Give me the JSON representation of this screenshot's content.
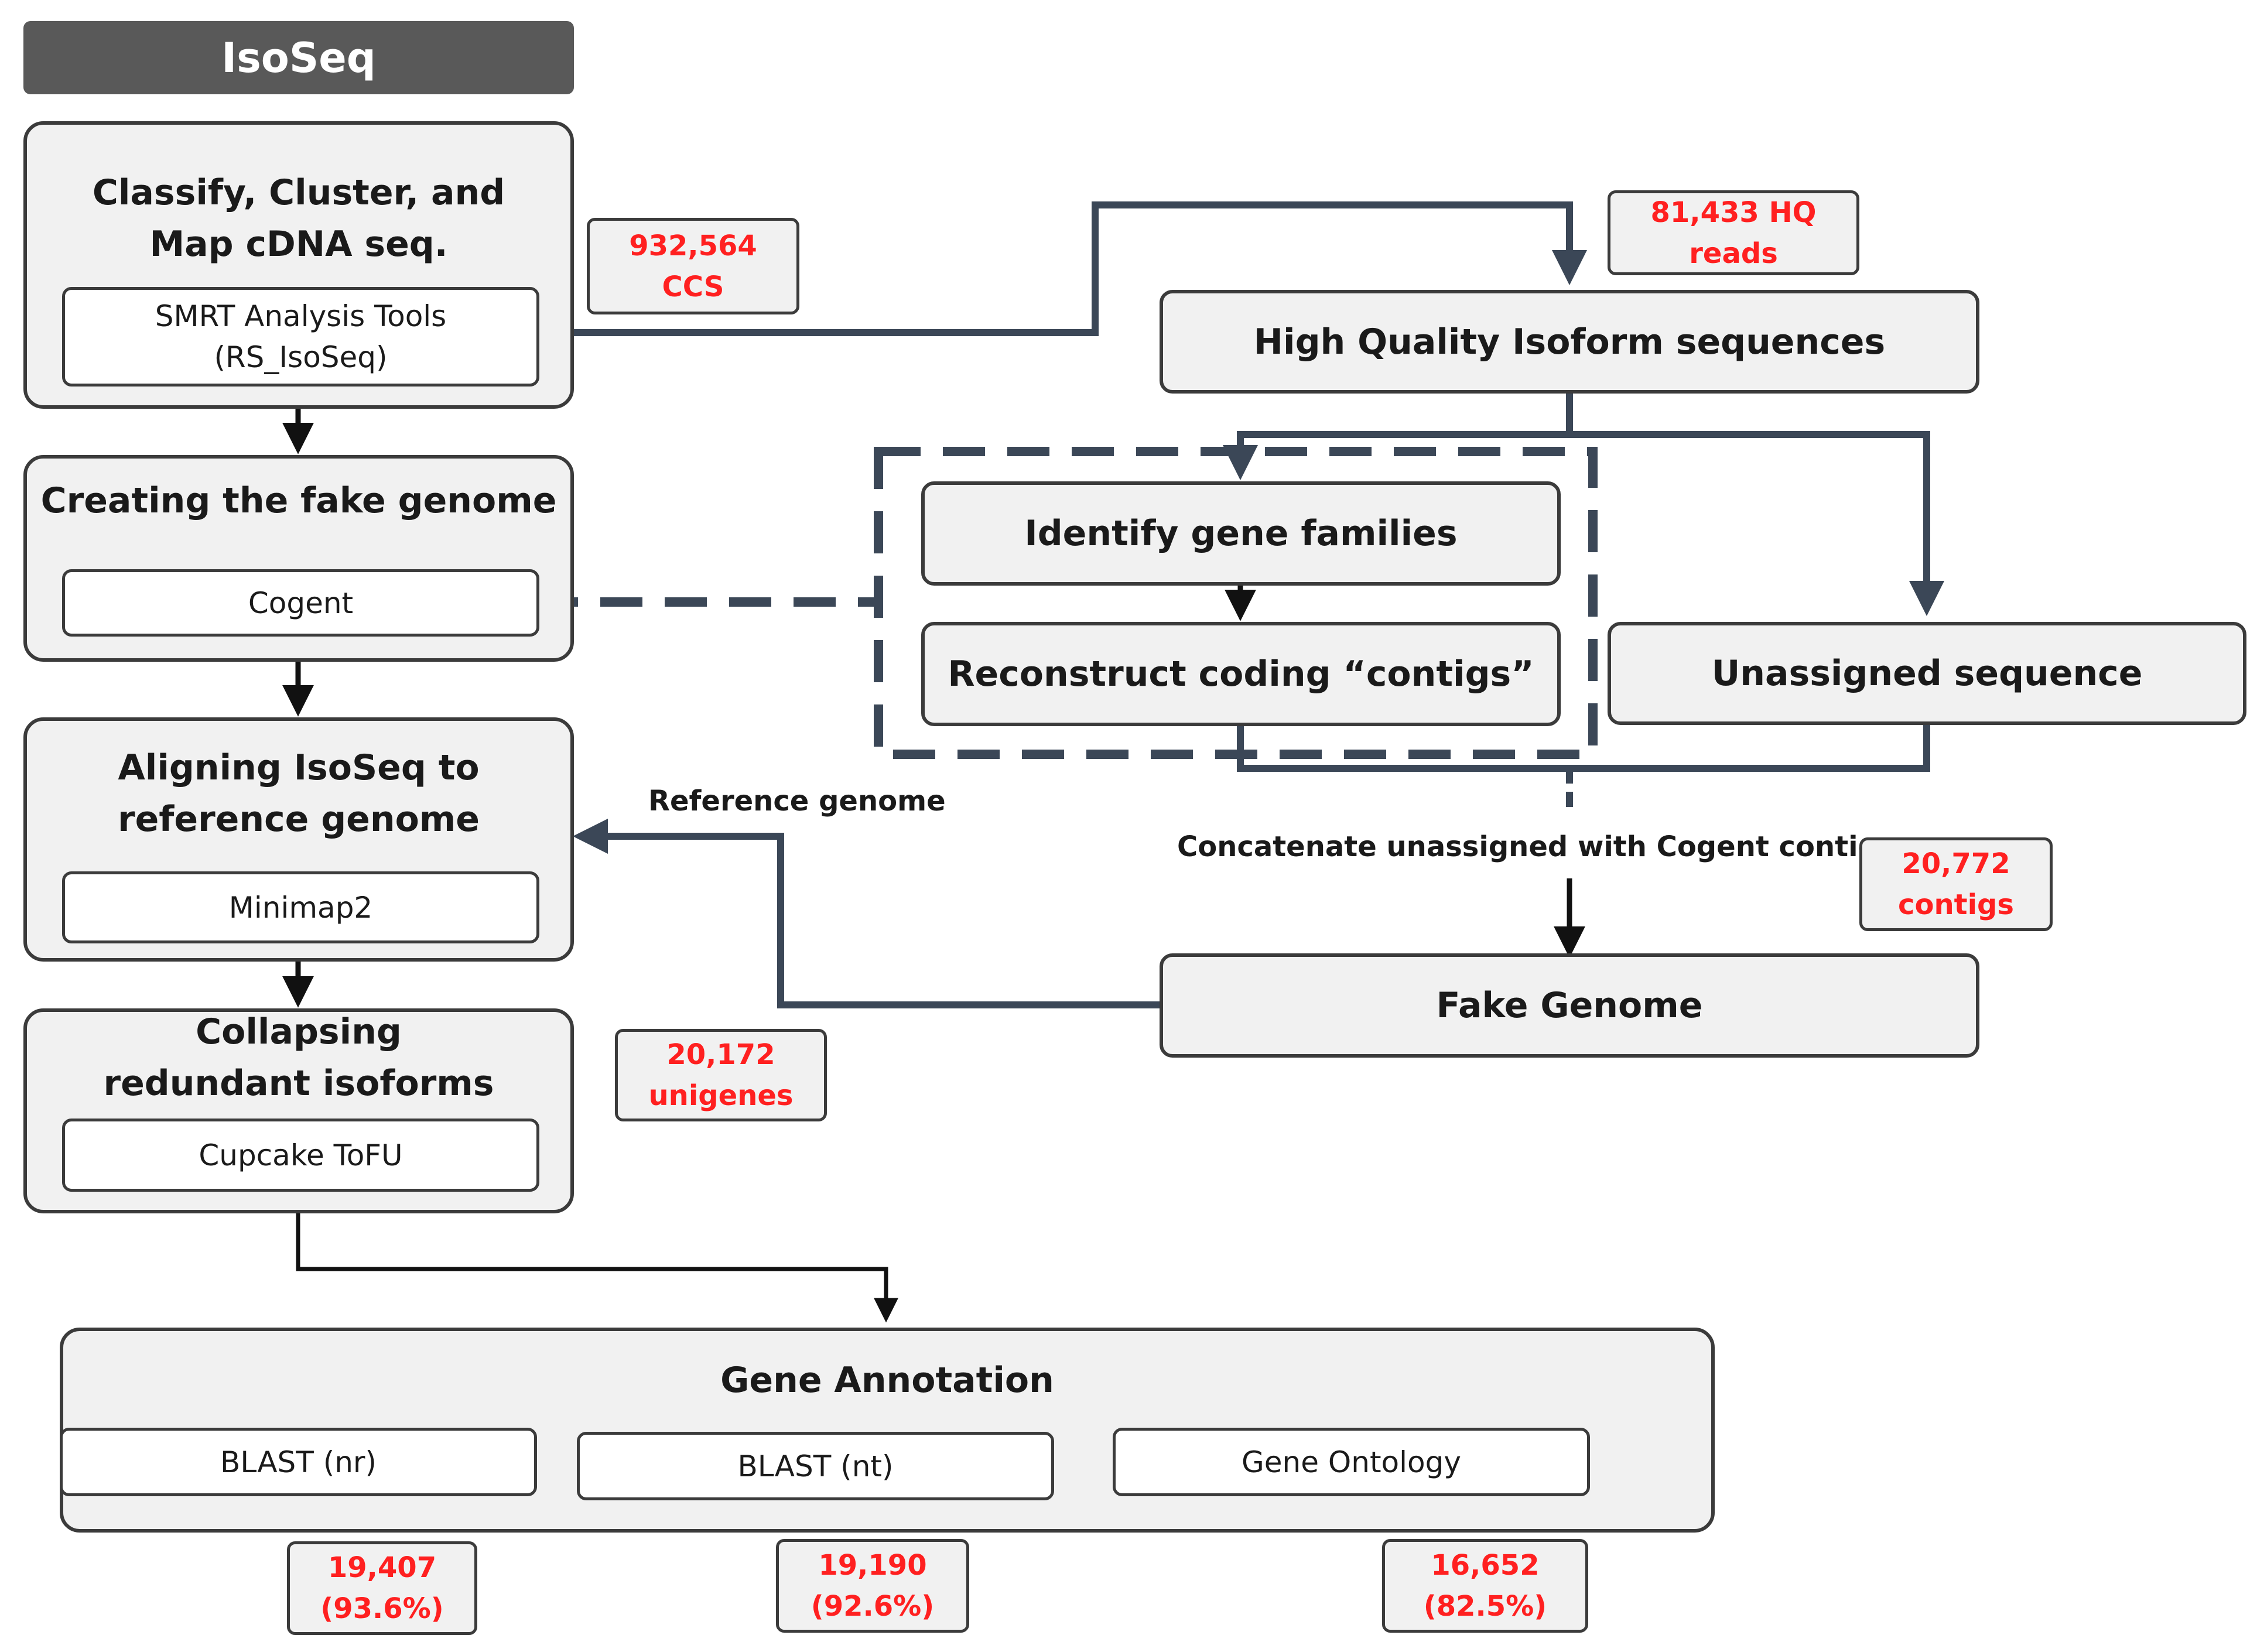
{
  "header": {
    "title": "IsoSeq"
  },
  "pipeline": {
    "classify": {
      "title": "Classify, Cluster, and Map cDNA seq.",
      "tool": "SMRT Analysis Tools\n(RS_IsoSeq)"
    },
    "fake_genome": {
      "title": "Creating the fake genome",
      "tool": "Cogent"
    },
    "align": {
      "title": "Aligning IsoSeq to reference genome",
      "tool": "Minimap2"
    },
    "collapse": {
      "title": "Collapsing redundant isoforms",
      "tool": "Cupcake ToFU"
    }
  },
  "right_flow": {
    "hq_isoform": "High Quality Isoform sequences",
    "identify": "Identify gene families",
    "reconstruct": "Reconstruct coding “contigs”",
    "unassigned": "Unassigned sequence",
    "fake_genome": "Fake Genome",
    "reference_label": "Reference genome",
    "concat_label": "Concatenate unassigned with Cogent contigs"
  },
  "annotation": {
    "title": "Gene Annotation",
    "tools": [
      "BLAST (nr)",
      "BLAST (nt)",
      "Gene Ontology"
    ]
  },
  "counts": {
    "ccs": "932,564\nCCS",
    "hq_reads": "81,433 HQ\nreads",
    "contigs": "20,772\ncontigs",
    "unigenes": "20,172\nunigenes",
    "blast_nr": "19,407\n(93.6%)",
    "blast_nt": "19,190\n(92.6%)",
    "go": "16,652\n(82.5%)"
  },
  "colors": {
    "connector": "#3b4757",
    "count_text": "#ff2020",
    "header_bg": "#595959",
    "box_fill": "#f1f1f1"
  }
}
